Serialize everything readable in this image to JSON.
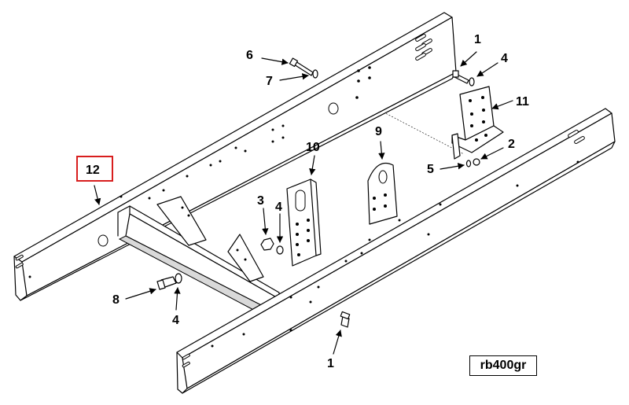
{
  "diagram": {
    "drawing_code": "rb400gr",
    "highlighted_callout": "12",
    "callouts": {
      "c1_top": "1",
      "c4_top": "4",
      "c11": "11",
      "c2": "2",
      "c5": "5",
      "c6": "6",
      "c7": "7",
      "c9": "9",
      "c10": "10",
      "c3": "3",
      "c4_mid": "4",
      "c12": "12",
      "c8": "8",
      "c4_bottom": "4",
      "c1_bottom": "1"
    },
    "colors": {
      "highlight": "#d81e1e",
      "line": "#000000",
      "background": "#ffffff"
    }
  }
}
